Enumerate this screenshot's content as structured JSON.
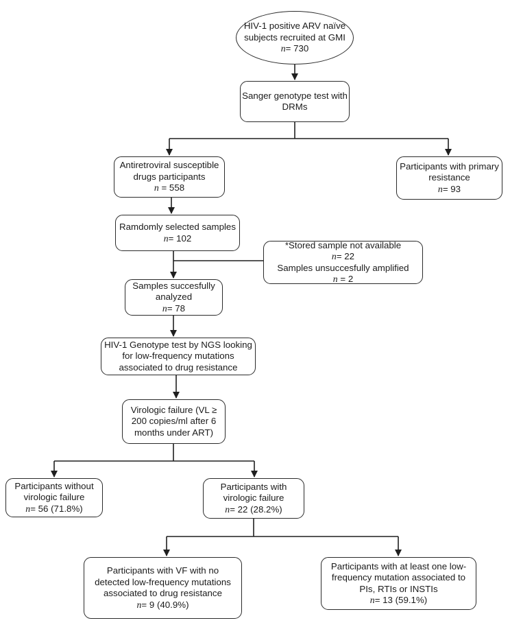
{
  "diagram": {
    "title": "Participant flow chart: HIV-1 drug resistance study",
    "background_color": "#ffffff",
    "line_color": "#1f1f1f",
    "box_border_color": "#2a2a2a",
    "box_fill_color": "#ffffff",
    "text_color": "#1a1a1a",
    "type": "flowchart"
  },
  "nodes": {
    "recruited": {
      "shape": "ellipse",
      "lines": [
        "HIV-1 positive ARV naïve",
        "subjects recruited at GMI"
      ],
      "stat_n": "n",
      "stat_value": "= 730"
    },
    "sanger": {
      "shape": "rounded-rect",
      "lines": [
        "Sanger genotype test with",
        "DRMs"
      ]
    },
    "susceptible": {
      "shape": "rounded-rect",
      "lines": [
        "Antiretroviral susceptible",
        "drugs participants"
      ],
      "stat_n": "n",
      "stat_value": " = 558"
    },
    "primary_resistance": {
      "shape": "rounded-rect",
      "lines": [
        "Participants with primary",
        "resistance"
      ],
      "stat_n": "n",
      "stat_value": "= 93"
    },
    "random_samples": {
      "shape": "rounded-rect",
      "lines": [
        "Ramdomly selected samples"
      ],
      "stat_n": "n",
      "stat_value": "= 102"
    },
    "excluded": {
      "shape": "rounded-rect",
      "line1": "*Stored sample not available",
      "stat1_n": "n",
      "stat1_value": "= 22",
      "line2": "Samples unsuccesfully amplified",
      "stat2_n": "n",
      "stat2_value": " = 2"
    },
    "analyzed": {
      "shape": "rounded-rect",
      "lines": [
        "Samples succesfully",
        "analyzed"
      ],
      "stat_n": "n",
      "stat_value": "= 78"
    },
    "ngs_test": {
      "shape": "rounded-rect",
      "lines": [
        "HIV-1 Genotype test by NGS looking",
        "for low-frequency mutations",
        "associated to drug resistance"
      ]
    },
    "virologic_failure_def": {
      "shape": "rounded-rect",
      "lines": [
        "Virologic failure (VL ≥",
        "200 copies/ml after 6",
        "months under ART)"
      ]
    },
    "without_vf": {
      "shape": "rounded-rect",
      "lines": [
        "Participants without",
        "virologic failure"
      ],
      "stat_n": "n",
      "stat_value": "= 56 (71.8%)"
    },
    "with_vf": {
      "shape": "rounded-rect",
      "lines": [
        "Participants with",
        "virologic failure"
      ],
      "stat_n": "n",
      "stat_value": "= 22 (28.2%)"
    },
    "vf_no_mutations": {
      "shape": "rounded-rect",
      "lines": [
        "Participants with VF with no",
        "detected low-frequency mutations",
        "associated to drug resistance"
      ],
      "stat_n": "n",
      "stat_value": "= 9 (40.9%)"
    },
    "vf_with_mutations": {
      "shape": "rounded-rect",
      "lines": [
        "Participants with at least one low-",
        "frequency mutation associated to",
        "PIs, RTIs or INSTIs"
      ],
      "stat_n": "n",
      "stat_value": "= 13 (59.1%)"
    }
  }
}
